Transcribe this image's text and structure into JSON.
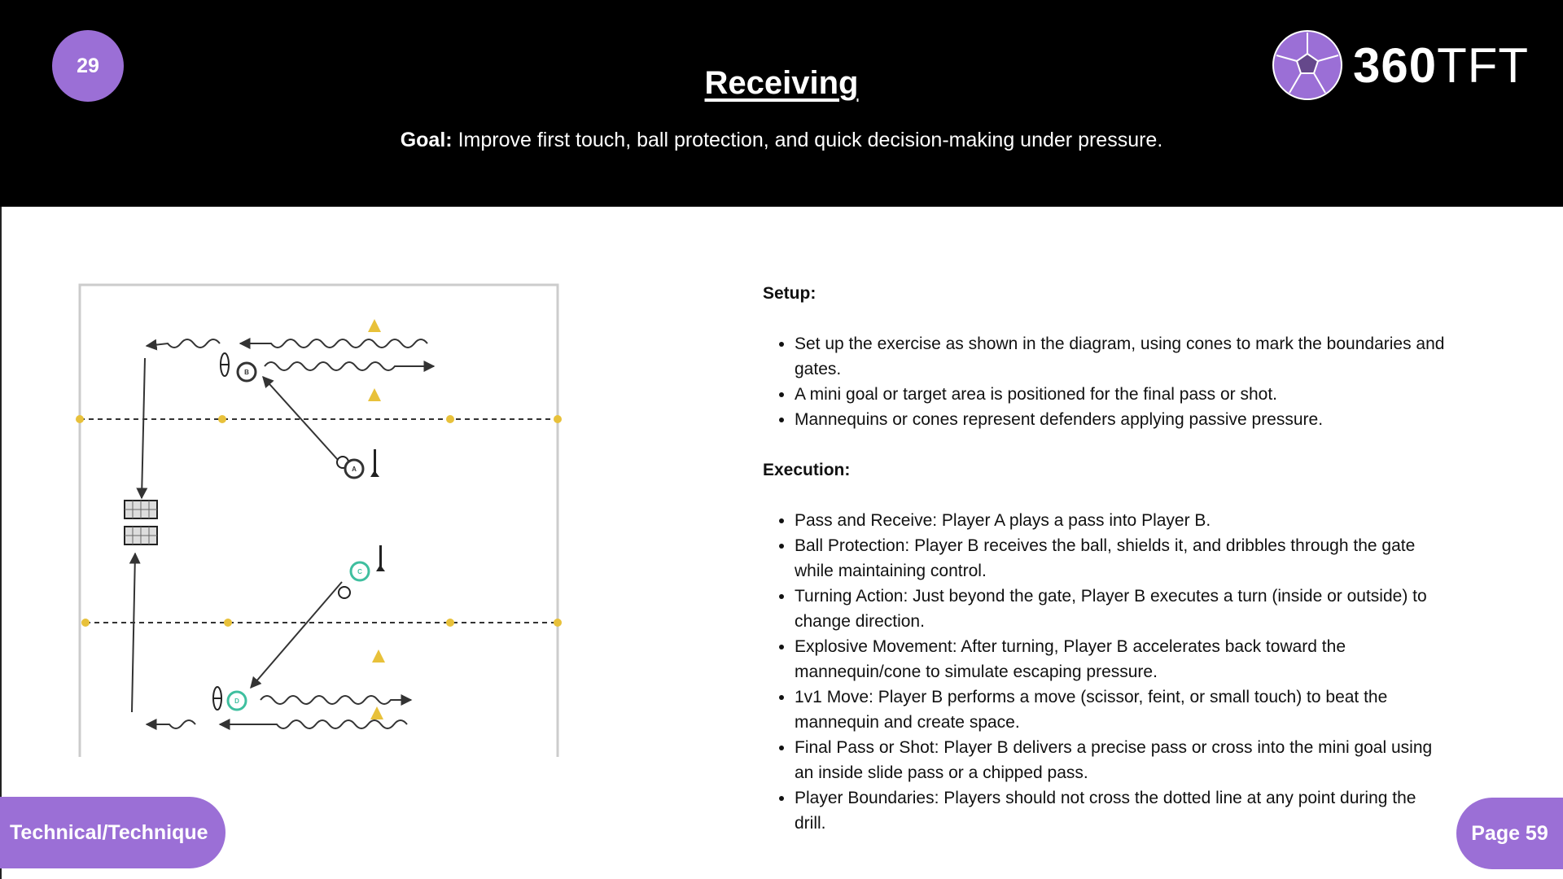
{
  "header": {
    "page_number": "29",
    "title": "Receiving",
    "goal_label": "Goal:",
    "goal_text": " Improve first touch, ball protection, and quick decision-making under pressure.",
    "logo_text_bold": "360",
    "logo_text": "TFT"
  },
  "diagram": {
    "players": [
      "A",
      "B",
      "C",
      "D"
    ],
    "colors": {
      "cone": "#e8c13a",
      "teal": "#3fbf9f",
      "line": "#333333"
    }
  },
  "content": {
    "setup_label": "Setup:",
    "setup_items": [
      "Set up the exercise as shown in the diagram, using cones to mark the boundaries and gates.",
      "A mini goal or target area is positioned for the final pass or shot.",
      "Mannequins or cones represent defenders applying passive pressure."
    ],
    "execution_label": "Execution:",
    "execution_items": [
      "Pass and Receive: Player A plays a pass into Player B.",
      "Ball Protection: Player B receives the ball, shields it, and dribbles through the gate while maintaining control.",
      "Turning Action: Just beyond the gate, Player B executes a turn (inside or outside) to change direction.",
      "Explosive Movement: After turning, Player B accelerates back toward the mannequin/cone to simulate escaping pressure.",
      "1v1 Move: Player B performs a move (scissor, feint, or small touch) to beat the mannequin and create space.",
      "Final Pass or Shot: Player B delivers a precise pass or cross into the mini goal using an inside slide pass or a chipped pass.",
      "Player Boundaries: Players should not cross the dotted line at any point during the drill."
    ]
  },
  "footer": {
    "category": "Technical/Technique",
    "page_label": "Page 59"
  },
  "colors": {
    "accent": "#9b6fd6",
    "header_bg": "#000000"
  }
}
